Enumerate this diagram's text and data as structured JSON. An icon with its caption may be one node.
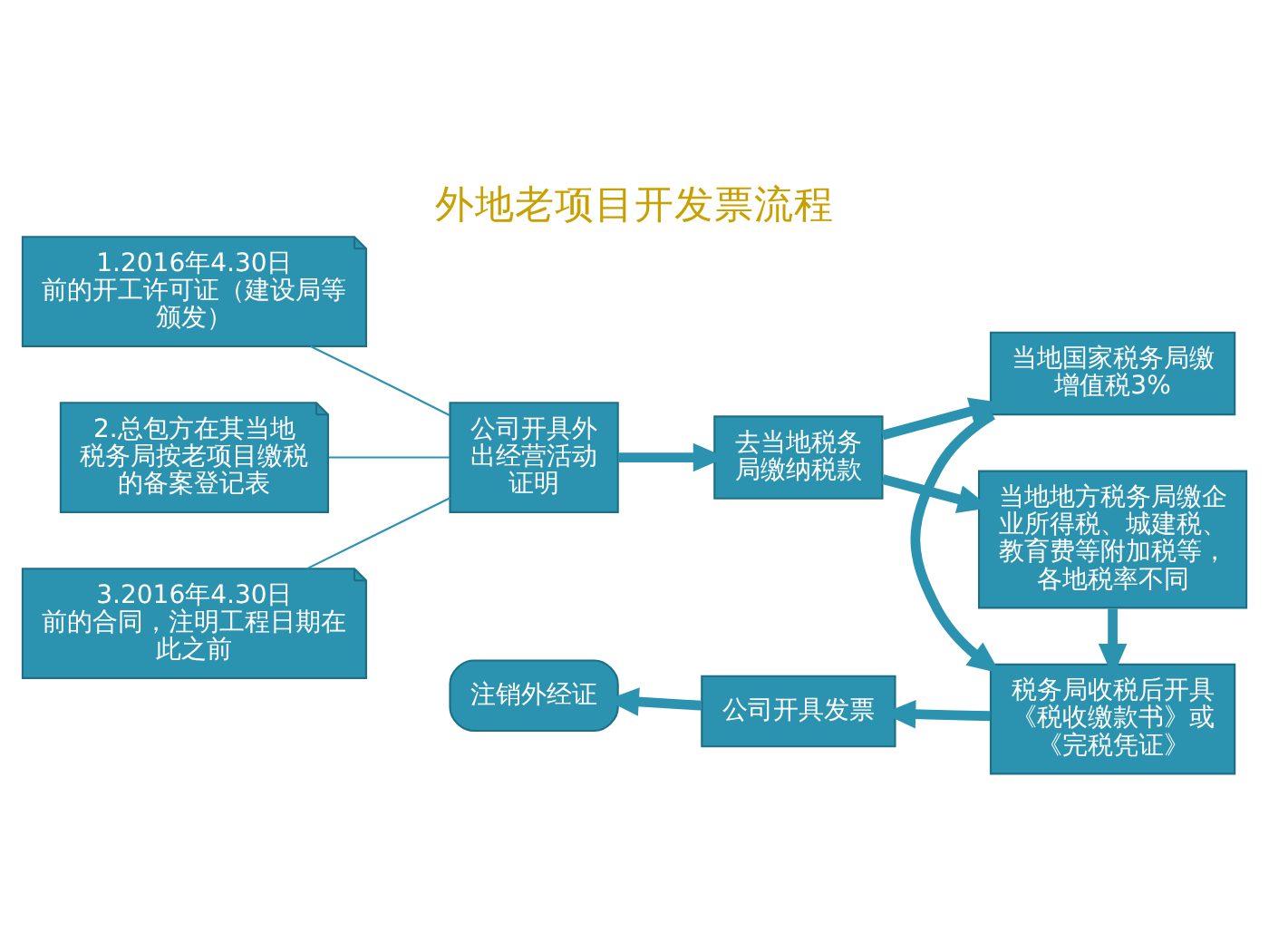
{
  "diagram": {
    "title": "外地老项目开发票流程",
    "nodes": [
      {
        "text": [
          "1.2016年4.30日前的开工许可证（建设局等颁发）"
        ]
      },
      {
        "text": [
          "2.总包方在其当地税务局按老项目缴税的备案登记表"
        ]
      },
      {
        "text": [
          "3.2016年4.30日前的合同，注明工程日期在此之前"
        ]
      },
      {
        "text": [
          "公司开具外出经营活动证明"
        ]
      },
      {
        "text": [
          "去当地税务局缴纳税款"
        ]
      },
      {
        "text": [
          "当地国家税务局缴增值税3%"
        ]
      },
      {
        "text": [
          "当地地方税务局缴企业所得税、城建税、教育费等附加税等，各地税率不同"
        ]
      },
      {
        "text": [
          "税务局收税后开具《税收缴款书》或《完税凭证》"
        ]
      },
      {
        "text": [
          "公司开具发票"
        ]
      },
      {
        "text": [
          "注销外经证"
        ]
      }
    ],
    "edges": [
      {
        "from": 0,
        "to": 3,
        "arrow": "none"
      },
      {
        "from": 1,
        "to": 3,
        "arrow": "none"
      },
      {
        "from": 2,
        "to": 3,
        "arrow": "none"
      },
      {
        "from": 3,
        "to": 4,
        "arrow": "to"
      },
      {
        "from": 4,
        "to": 5,
        "arrow": "to"
      },
      {
        "from": 4,
        "to": 6,
        "arrow": "to"
      },
      {
        "from": 5,
        "to": 7,
        "arrow": "to"
      },
      {
        "from": 6,
        "to": 7,
        "arrow": "to"
      },
      {
        "from": 7,
        "to": 8,
        "arrow": "to"
      },
      {
        "from": 8,
        "to": 9,
        "arrow": "to"
      }
    ]
  }
}
